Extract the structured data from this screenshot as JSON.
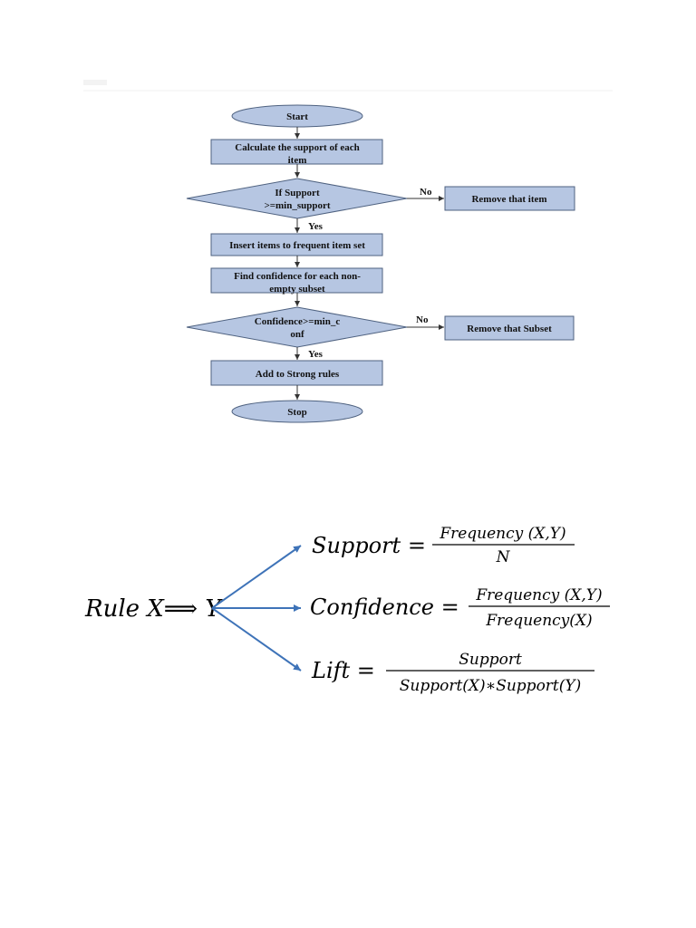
{
  "flowchart": {
    "start": "Start",
    "calc_line1": "Calculate the support of each",
    "calc_line2": "item",
    "decision1_line1": "If Support",
    "decision1_line2": ">=min_support",
    "no1": "No",
    "remove_item": "Remove that item",
    "yes1": "Yes",
    "insert": "Insert items to frequent item set",
    "confidence_line1": "Find confidence for each non-",
    "confidence_line2": "empty subset",
    "decision2_line1": "Confidence>=min_c",
    "decision2_line2": "onf",
    "no2": "No",
    "remove_subset": "Remove that Subset",
    "yes2": "Yes",
    "add_rules": "Add to Strong rules",
    "stop": "Stop"
  },
  "formulas": {
    "rule": "Rule X⟹ Y",
    "support_lhs": "Support =",
    "support_num": "Frequency (X,Y)",
    "support_den": "N",
    "confidence_lhs": "Confidence =",
    "confidence_num": "Frequency (X,Y)",
    "confidence_den": "Frequency(X)",
    "lift_lhs": "Lift =",
    "lift_num": "Support",
    "lift_den": "Support(X)∗Support(Y)"
  },
  "colors": {
    "box_fill": "#b6c6e2",
    "box_stroke": "#4f6280",
    "arrow_blue": "#3e73b8"
  }
}
